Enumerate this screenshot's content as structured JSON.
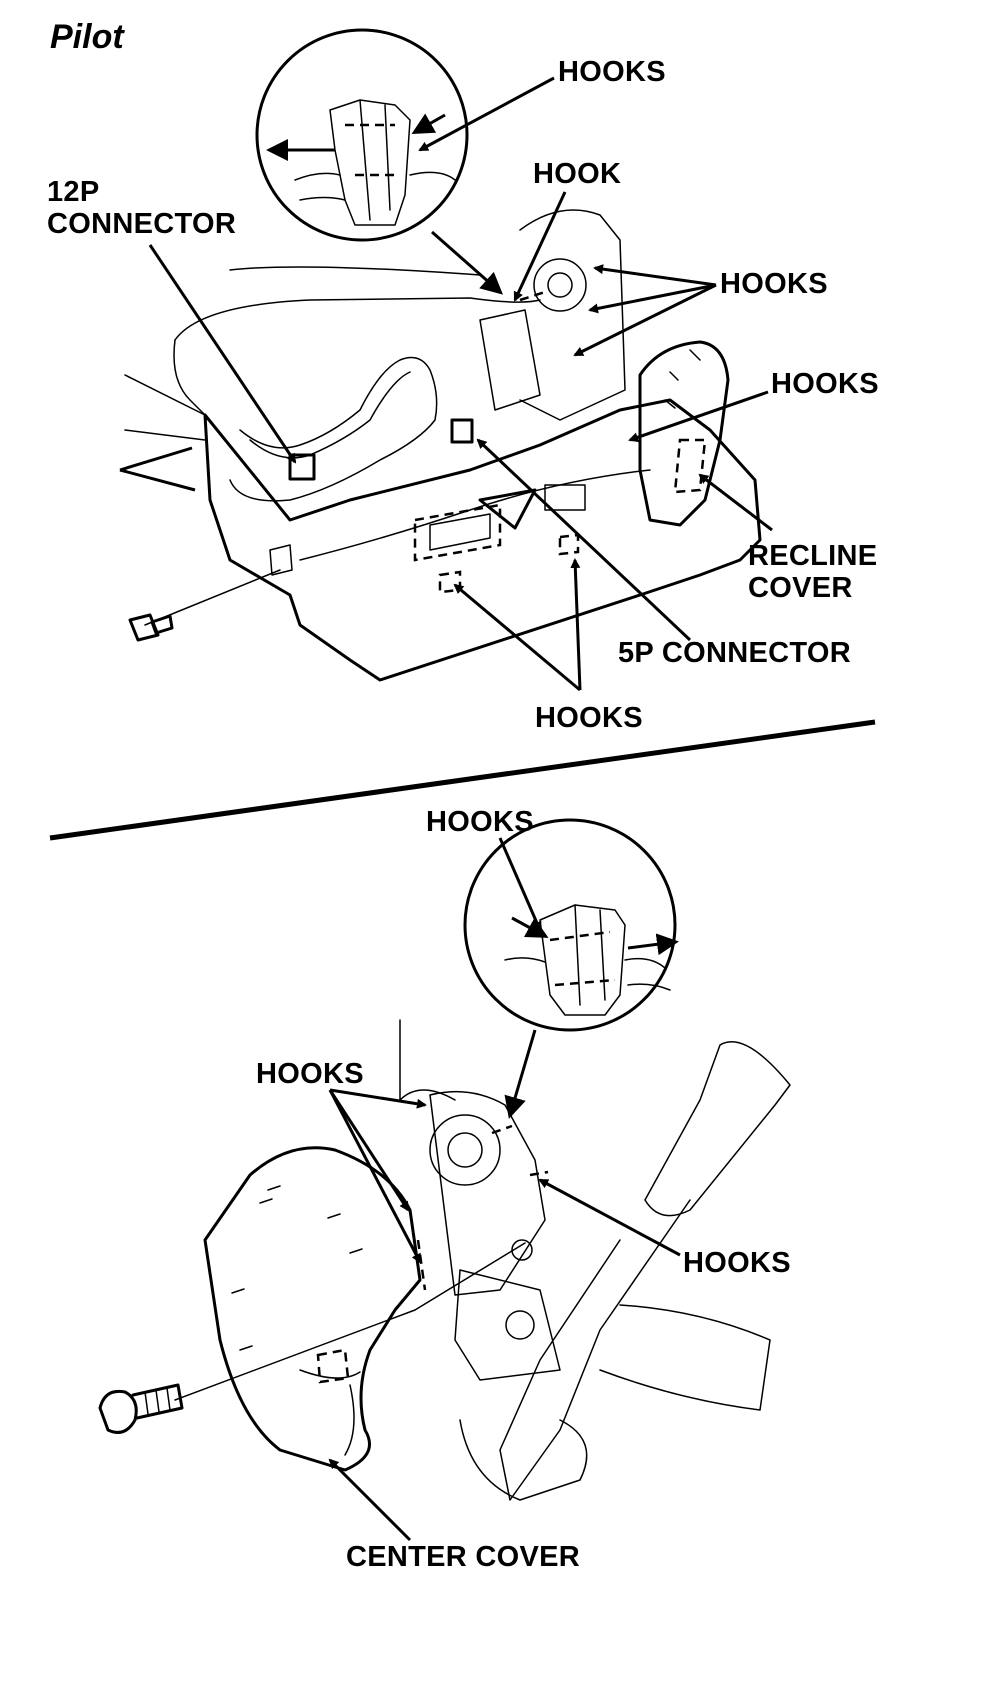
{
  "title": "Pilot",
  "labels": {
    "hooks_top_inset": "HOOKS",
    "hook_single": "HOOK",
    "connector_12p_line1": "12P",
    "connector_12p_line2": "CONNECTOR",
    "hooks_right_upper": "HOOKS",
    "hooks_recline": "HOOKS",
    "recline_cover_line1": "RECLINE",
    "recline_cover_line2": "COVER",
    "connector_5p": "5P CONNECTOR",
    "hooks_bottom_top_diagram": "HOOKS",
    "hooks_bottom_inset": "HOOKS",
    "hooks_left_lower": "HOOKS",
    "hooks_right_lower": "HOOKS",
    "center_cover": "CENTER COVER"
  },
  "icons": [
    "arrow-icon",
    "bolt-icon",
    "connector-icon"
  ]
}
